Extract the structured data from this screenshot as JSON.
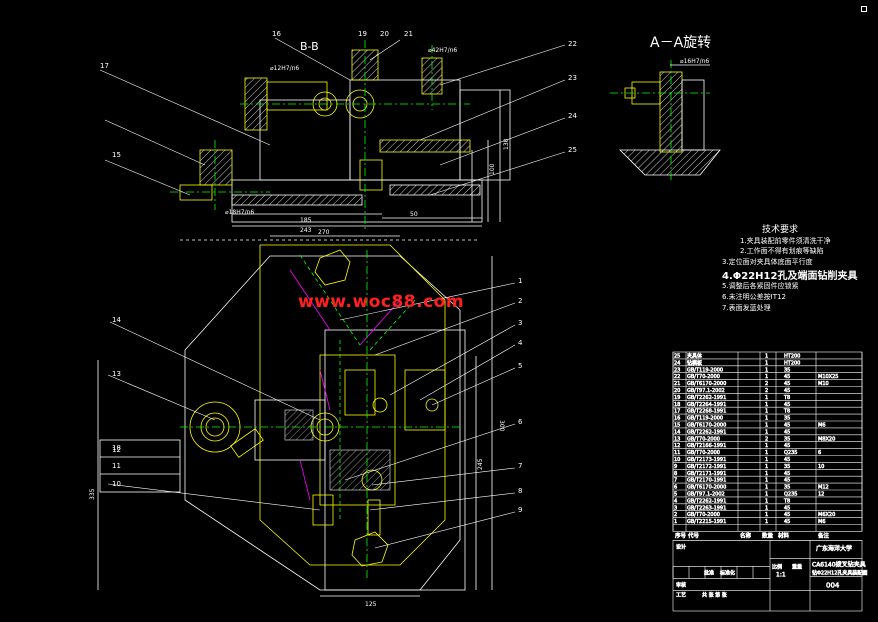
{
  "watermark": "www.woc88.com",
  "section_aa": {
    "title": "A－A旋转"
  },
  "section_bb": {
    "title": "B-B"
  },
  "tech_requirements": {
    "title": "技术要求",
    "lines": [
      "1.夹具装配前零件须清洗干净",
      "2.工作面不得有划痕等缺陷",
      "3.定位面对夹具体底面平行度",
      "4.Φ22H12孔及端面钻削夹具",
      "5.调整后各紧固件应锁紧",
      "6.未注明公差按IT12",
      "7.表面发蓝处理"
    ]
  },
  "part_labels": [
    "1",
    "2",
    "3",
    "4",
    "5",
    "6",
    "7",
    "8",
    "9",
    "10",
    "11",
    "12",
    "13",
    "14",
    "15",
    "16",
    "17",
    "18",
    "19",
    "20",
    "21",
    "22",
    "23",
    "24",
    "25"
  ],
  "dims": {
    "bb_top_a": "⌀42H7/n6",
    "bb_top_b": "⌀12H7/n6",
    "bb_bottom": "⌀18H7/n6",
    "bb_w1": "185",
    "bb_w2": "243",
    "bb_w3": "50",
    "aa_fit": "⌀16H7/n6",
    "plan_w1": "270",
    "plan_w2": "125",
    "plan_h1": "300",
    "plan_h2": "335",
    "plan_h3": "245",
    "bb_h1": "130",
    "bb_h2": "100"
  },
  "bom": {
    "rows": [
      [
        "25",
        "夹具体",
        "1",
        "HT200",
        ""
      ],
      [
        "24",
        "钻模板",
        "1",
        "HT200",
        ""
      ],
      [
        "23",
        "GB/T119-2000",
        "1",
        "35",
        ""
      ],
      [
        "22",
        "GB/T70-2000",
        "1",
        "45",
        "M10X25"
      ],
      [
        "21",
        "GB/T6170-2000",
        "2",
        "45",
        "M10"
      ],
      [
        "20",
        "GB/T97.1-2002",
        "2",
        "45",
        ""
      ],
      [
        "19",
        "GB/T2262-1991",
        "1",
        "T8",
        ""
      ],
      [
        "18",
        "GB/T2264-1991",
        "1",
        "45",
        ""
      ],
      [
        "17",
        "GB/T2268-1991",
        "1",
        "T8",
        ""
      ],
      [
        "16",
        "GB/T119-2000",
        "1",
        "35",
        ""
      ],
      [
        "15",
        "GB/T6170-2000",
        "1",
        "45",
        "M6"
      ],
      [
        "14",
        "GB/T2262-1991",
        "1",
        "45",
        ""
      ],
      [
        "13",
        "GB/T70-2000",
        "2",
        "35",
        "M8X20"
      ],
      [
        "12",
        "GB/T2166-1991",
        "1",
        "45",
        ""
      ],
      [
        "11",
        "GB/T70-2000",
        "1",
        "Q235",
        "6"
      ],
      [
        "10",
        "GB/T2173-1991",
        "1",
        "45",
        ""
      ],
      [
        "9",
        "GB/T2172-1991",
        "1",
        "35",
        "10"
      ],
      [
        "8",
        "GB/T2171-1991",
        "1",
        "45",
        ""
      ],
      [
        "7",
        "GB/T2170-1991",
        "1",
        "45",
        ""
      ],
      [
        "6",
        "GB/T6170-2000",
        "1",
        "35",
        "M12"
      ],
      [
        "5",
        "GB/T97.1-2002",
        "1",
        "Q235",
        "12"
      ],
      [
        "4",
        "GB/T2262-1991",
        "1",
        "T8",
        ""
      ],
      [
        "3",
        "GB/T2263-1991",
        "1",
        "45",
        ""
      ],
      [
        "2",
        "GB/T70-2000",
        "1",
        "45",
        "M6X20"
      ],
      [
        "1",
        "GB/T2215-1991",
        "1",
        "45",
        "M6"
      ]
    ],
    "header": [
      "序号",
      "代号",
      "名称",
      "数量",
      "材料",
      "备注"
    ]
  },
  "title_block": {
    "school": "广东海洋大学",
    "drawing_name": "CA6140拨叉钻夹具",
    "drawing_sub": "钻Φ22H12孔夹具装配图",
    "scale": "1:1",
    "sheet": "004",
    "labels": [
      "设计",
      "审核",
      "工艺",
      "批准",
      "标准化",
      "比例",
      "重量",
      "共 张 第 张"
    ]
  },
  "colors": {
    "background": "#000000",
    "outline": "#ffffff",
    "part": "#ffff00",
    "center": "#00ff00",
    "hatch": "#ff00ff",
    "dim": "#00ffff",
    "leader": "#ffffff",
    "watermark": "#ff2020"
  }
}
